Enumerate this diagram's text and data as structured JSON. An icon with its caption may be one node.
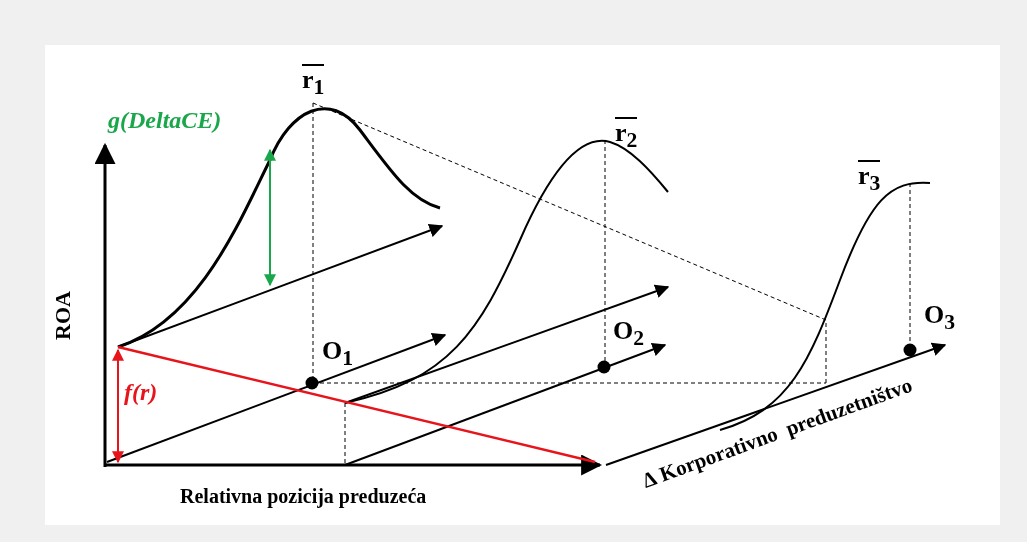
{
  "diagram": {
    "labels": [
      "r$_{1}$",
      "g(DeltaCE)",
      "r$_{2}$",
      "r$_{3}$",
      "ROA",
      "O$_{1}$",
      "O$_{2}$",
      "O$_{3}$",
      "f(r)",
      "Relativna pozicija preduzeća",
      "∆ Korporativno  preduzetništvo"
    ]
  }
}
